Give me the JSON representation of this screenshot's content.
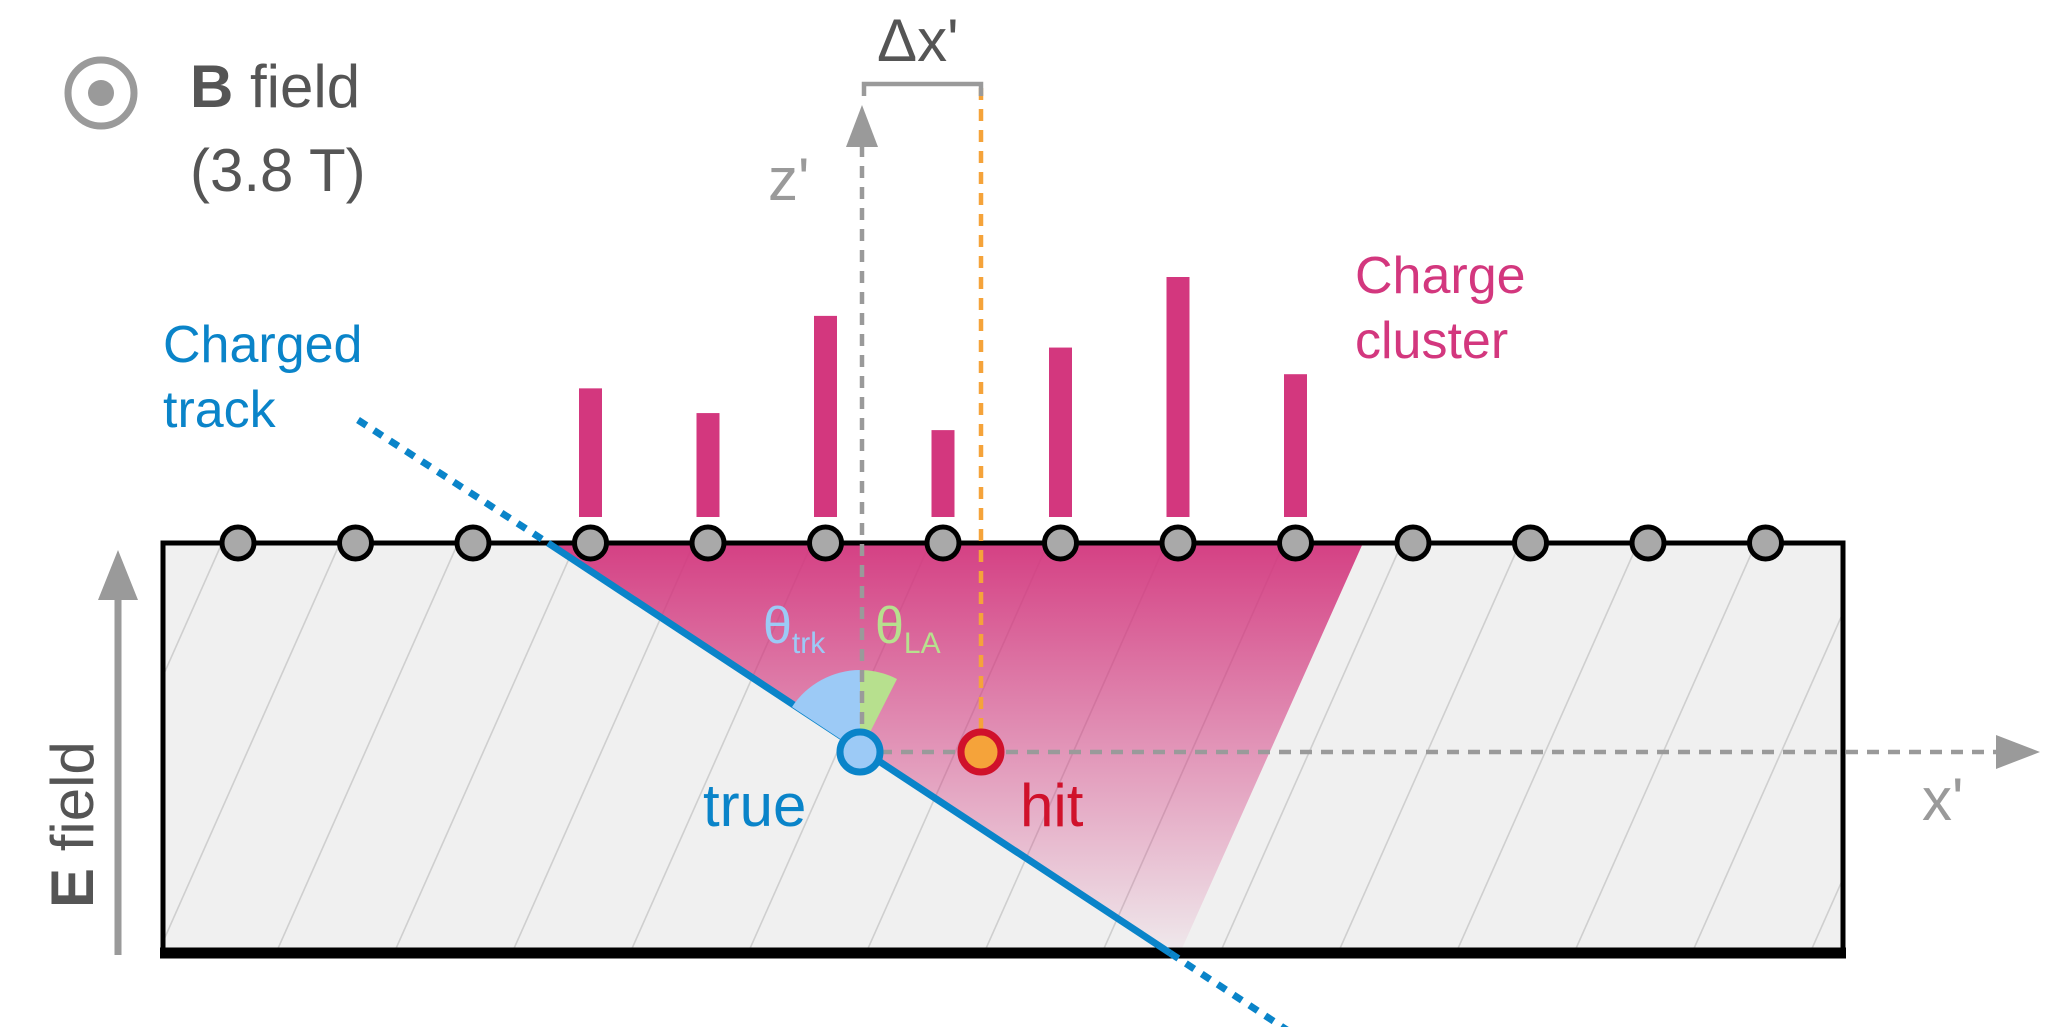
{
  "b_field": {
    "bold": "B",
    "rest": " field",
    "value": "(3.8 T)"
  },
  "e_field": {
    "bold": "E",
    "rest": " field"
  },
  "track_label": {
    "line1": "Charged",
    "line2": "track"
  },
  "cluster_label": {
    "line1": "Charge",
    "line2": "cluster"
  },
  "axes": {
    "z": "z'",
    "x": "x'",
    "dx": "Δx'"
  },
  "angles": {
    "trk_symbol": "θ",
    "trk_sub": "trk",
    "la_symbol": "θ",
    "la_sub": "LA"
  },
  "points": {
    "true": "true",
    "hit": "hit"
  },
  "charge_cluster": {
    "relative_heights": [
      0.536,
      0.433,
      0.838,
      0.362,
      0.706,
      1.0,
      0.595
    ]
  },
  "colors": {
    "track_blue": "#0a84c9",
    "cluster_magenta": "#d3377e",
    "hit_red": "#d0112b",
    "hit_orange": "#f5a33a",
    "trk_angle_blue": "#9ccaf6",
    "la_angle_green": "#b7e08e",
    "axis_gray": "#9a9a9a",
    "sensor_fill": "#f0f0f0"
  }
}
